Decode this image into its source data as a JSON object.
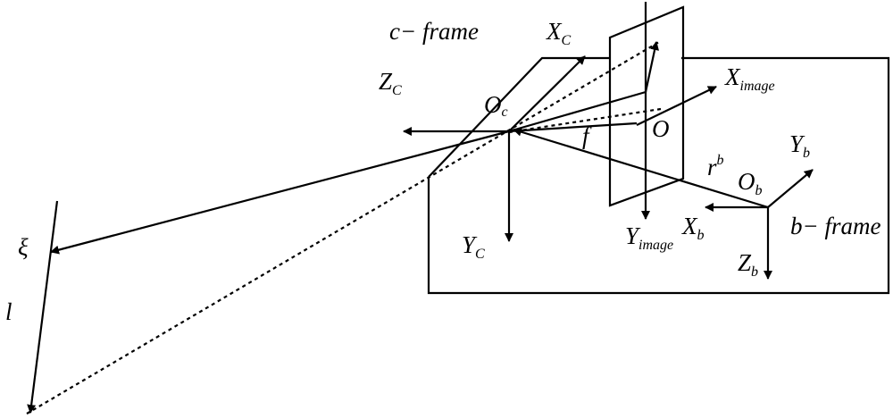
{
  "labels": {
    "c_frame": "c− frame",
    "b_frame": "b− frame",
    "xc_main": "X",
    "xc_sub": "C",
    "zc_main": "Z",
    "zc_sub": "C",
    "yc_main": "Y",
    "yc_sub": "C",
    "oc_main": "O",
    "oc_sub": "c",
    "o": "O",
    "f": "f",
    "ximage_main": "X",
    "ximage_sub": "image",
    "yimage_main": "Y",
    "yimage_sub": "image",
    "r_main": "r",
    "r_sup": "b",
    "ob_main": "O",
    "ob_sub": "b",
    "yb_main": "Y",
    "yb_sub": "b",
    "xb_main": "X",
    "xb_sub": "b",
    "zb_main": "Z",
    "zb_sub": "b",
    "xi": "ξ",
    "l": "l"
  }
}
